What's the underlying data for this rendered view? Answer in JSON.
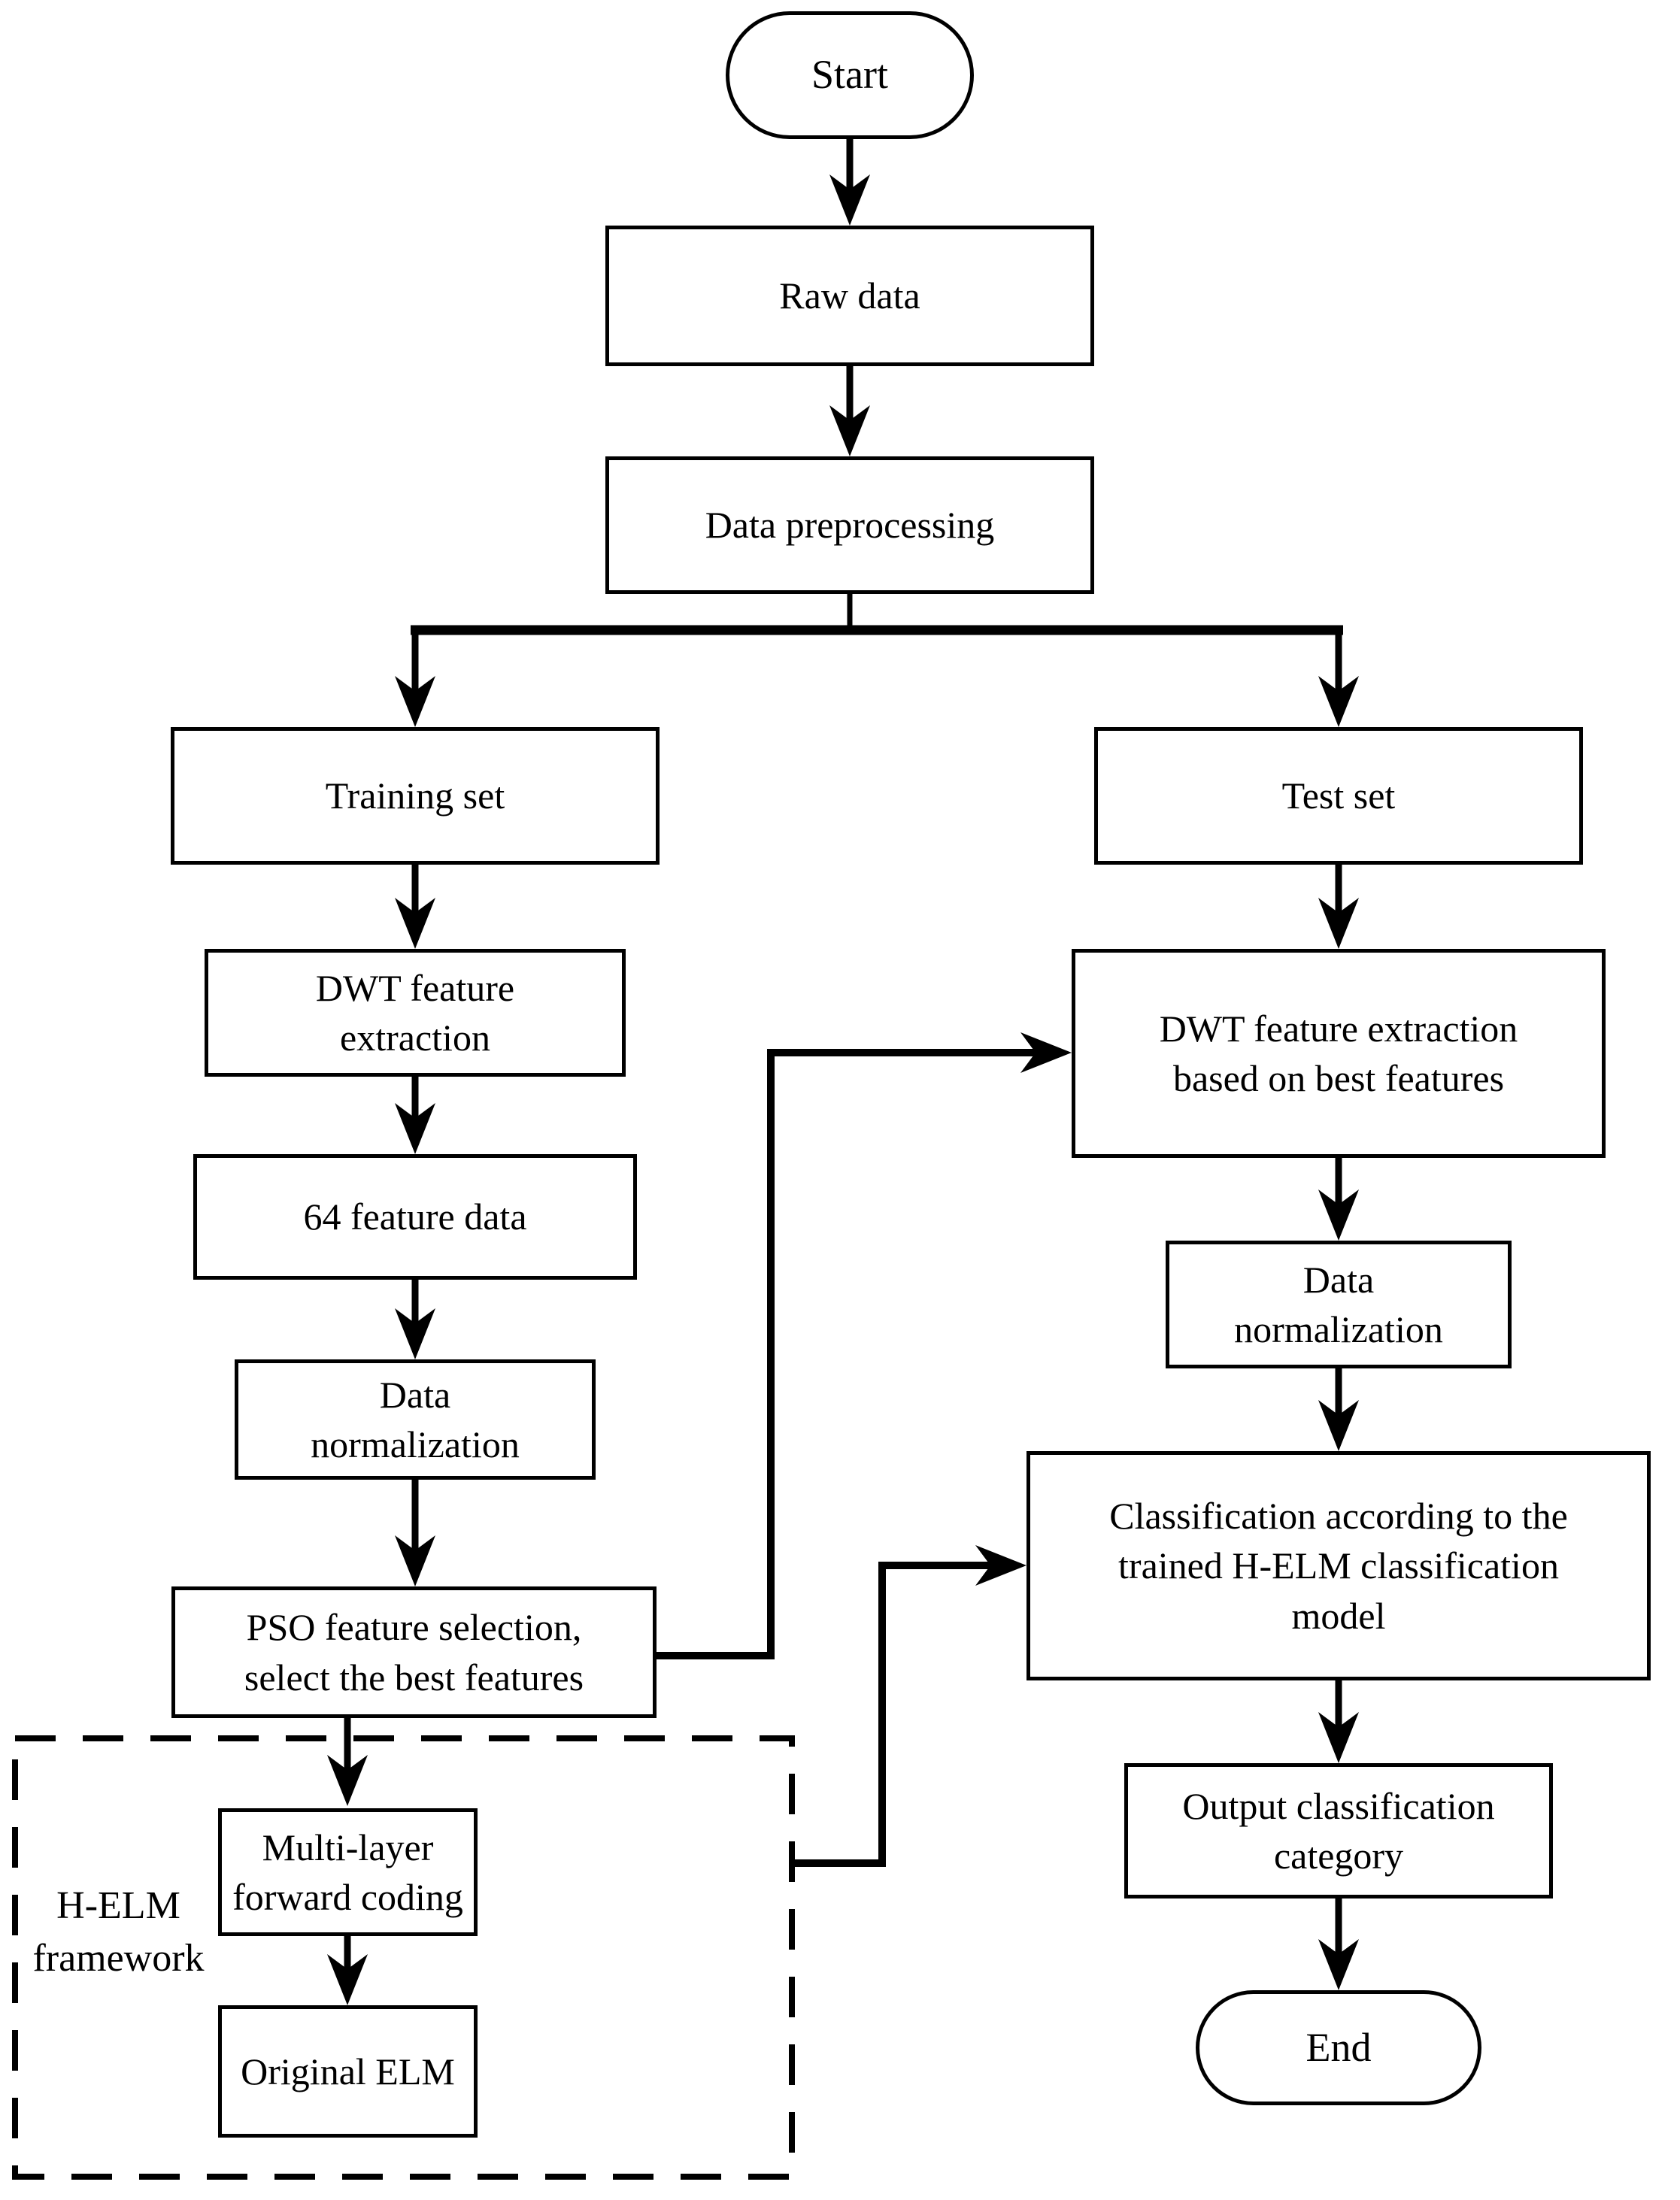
{
  "nodes": {
    "start": "Start",
    "raw_data": "Raw data",
    "data_preprocessing": "Data preprocessing",
    "training_set": "Training set",
    "test_set": "Test set",
    "dwt_feature_extraction": "DWT feature\nextraction",
    "feature_data_64": "64 feature data",
    "data_normalization_train": "Data\nnormalization",
    "pso_feature_selection": "PSO feature selection,\nselect the best features",
    "multi_layer_forward_coding": "Multi-layer\nforward coding",
    "original_elm": "Original ELM",
    "helm_framework": "H-ELM\nframework",
    "dwt_feature_extraction_best": "DWT feature extraction\nbased on best features",
    "data_normalization_test": "Data\nnormalization",
    "classification_helm": "Classification according to the\ntrained H-ELM classification\nmodel",
    "output_classification_category": "Output classification\ncategory",
    "end": "End"
  },
  "edges": [
    {
      "from": "start",
      "to": "raw_data"
    },
    {
      "from": "raw_data",
      "to": "data_preprocessing"
    },
    {
      "from": "data_preprocessing",
      "to": "training_set"
    },
    {
      "from": "data_preprocessing",
      "to": "test_set"
    },
    {
      "from": "training_set",
      "to": "dwt_feature_extraction"
    },
    {
      "from": "dwt_feature_extraction",
      "to": "feature_data_64"
    },
    {
      "from": "feature_data_64",
      "to": "data_normalization_train"
    },
    {
      "from": "data_normalization_train",
      "to": "pso_feature_selection"
    },
    {
      "from": "pso_feature_selection",
      "to": "multi_layer_forward_coding"
    },
    {
      "from": "multi_layer_forward_coding",
      "to": "original_elm"
    },
    {
      "from": "pso_feature_selection",
      "to": "dwt_feature_extraction_best"
    },
    {
      "from": "test_set",
      "to": "dwt_feature_extraction_best"
    },
    {
      "from": "dwt_feature_extraction_best",
      "to": "data_normalization_test"
    },
    {
      "from": "data_normalization_test",
      "to": "classification_helm"
    },
    {
      "from": "helm_framework",
      "to": "classification_helm"
    },
    {
      "from": "classification_helm",
      "to": "output_classification_category"
    },
    {
      "from": "output_classification_category",
      "to": "end"
    }
  ],
  "colors": {
    "stroke": "#000000",
    "background": "#ffffff"
  }
}
